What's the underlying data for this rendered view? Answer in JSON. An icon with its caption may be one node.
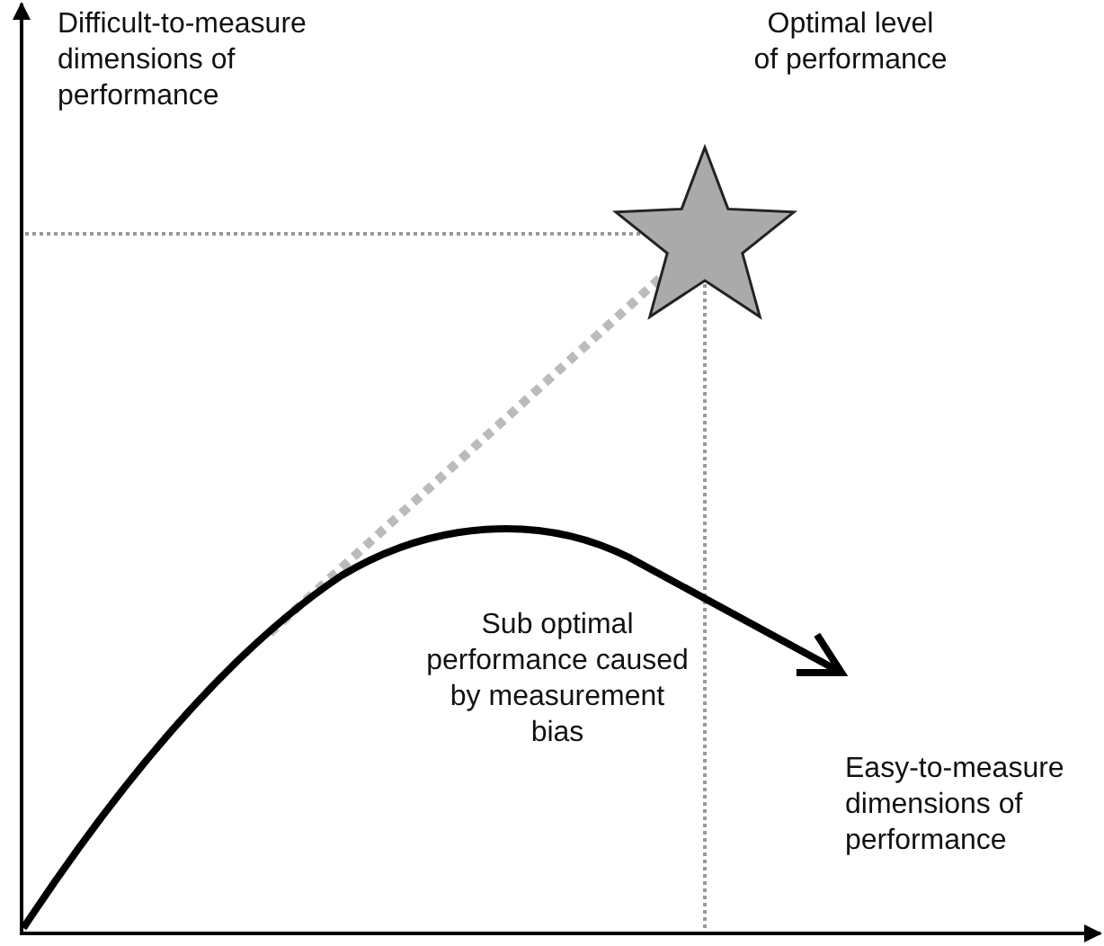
{
  "diagram": {
    "nodes": [
      {
        "text": [],
        "shape": "star",
        "beside": [
          "Optimal level of performance"
        ]
      }
    ],
    "labels": [
      "Difficult-to-measure dimensions of performance",
      "Sub optimal performance caused by measurement bias",
      "Easy-to-measure dimensions of performance"
    ]
  }
}
